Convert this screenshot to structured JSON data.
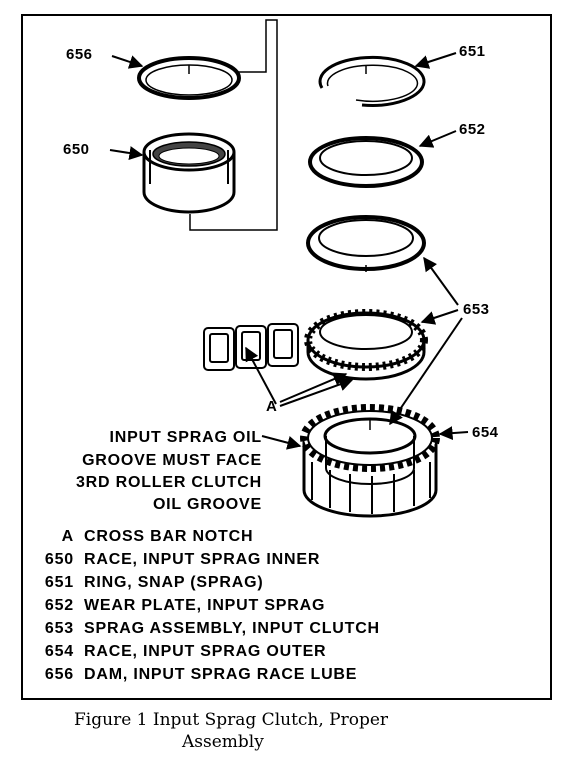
{
  "callouts": {
    "c656": "656",
    "c650": "650",
    "c651": "651",
    "c652": "652",
    "c653": "653",
    "c654": "654",
    "ca": "A"
  },
  "note": {
    "line1": "INPUT SPRAG OIL",
    "line2": "GROOVE MUST FACE",
    "line3": "3RD ROLLER CLUTCH",
    "line4": "OIL GROOVE"
  },
  "legend": [
    {
      "key": "A",
      "desc": "CROSS BAR NOTCH"
    },
    {
      "key": "650",
      "desc": "RACE, INPUT SPRAG INNER"
    },
    {
      "key": "651",
      "desc": "RING, SNAP (SPRAG)"
    },
    {
      "key": "652",
      "desc": "WEAR PLATE, INPUT SPRAG"
    },
    {
      "key": "653",
      "desc": "SPRAG ASSEMBLY, INPUT CLUTCH"
    },
    {
      "key": "654",
      "desc": "RACE, INPUT SPRAG OUTER"
    },
    {
      "key": "656",
      "desc": "DAM, INPUT SPRAG RACE LUBE"
    }
  ],
  "caption": {
    "line1": "Figure 1 Input Sprag Clutch, Proper",
    "line2": "Assembly"
  }
}
